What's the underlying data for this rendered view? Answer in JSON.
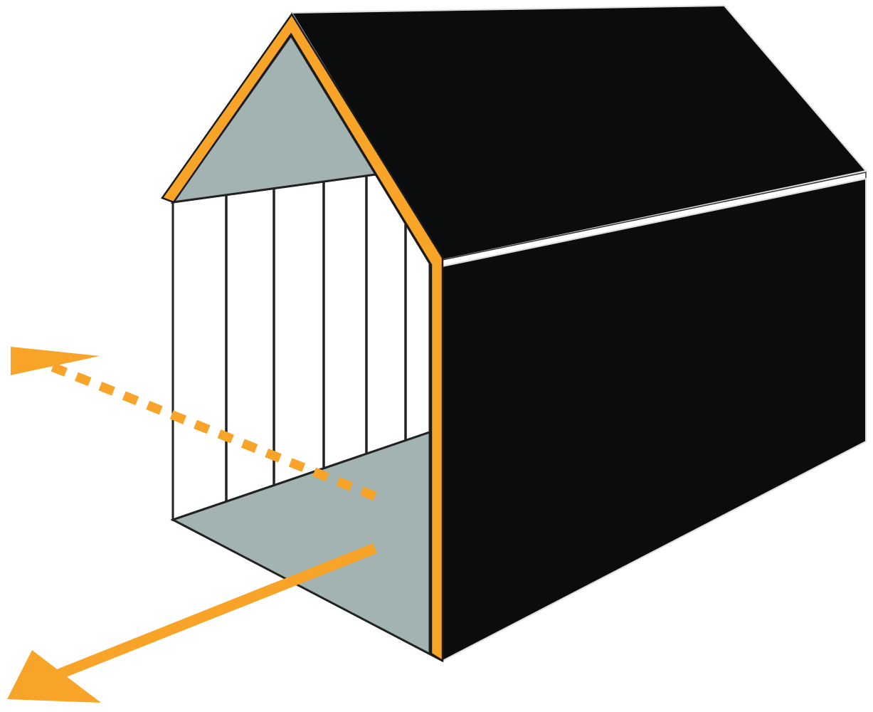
{
  "diagram": {
    "subject": "house-cross-section",
    "colors": {
      "exterior": "#0b0c0d",
      "interior_surface": "#a2b3b1",
      "wall_cavity": "#ffffff",
      "insulation_edge": "#f7a428",
      "outline": "#1a1a1a"
    },
    "arrows": [
      {
        "style": "dashed",
        "direction": "outward-left-up"
      },
      {
        "style": "solid",
        "direction": "outward-left-down"
      }
    ]
  }
}
